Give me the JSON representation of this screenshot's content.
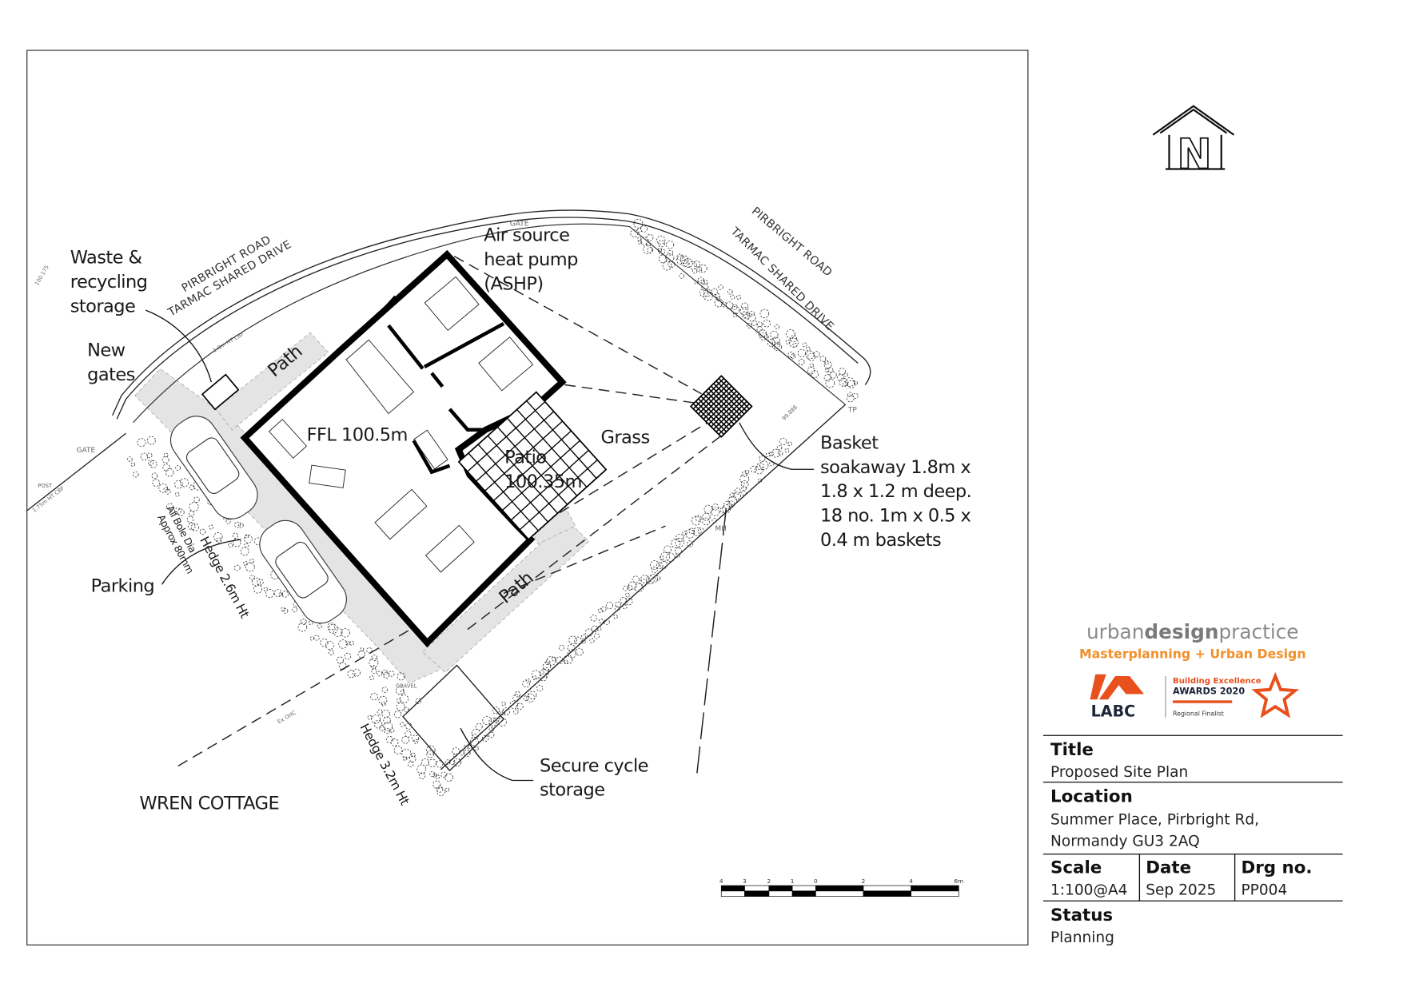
{
  "drawing": {
    "labels": {
      "waste": [
        "Waste &",
        "recycling",
        "storage"
      ],
      "gates": [
        "New",
        "gates"
      ],
      "parking": "Parking",
      "ashp": [
        "Air source",
        "heat pump",
        "(ASHP)"
      ],
      "ffl": "FFL 100.5m",
      "patio": [
        "Patio",
        "100.35m"
      ],
      "grass": "Grass",
      "basket": [
        "Basket",
        "soakaway 1.8m x",
        "1.8 x 1.2 m deep.",
        "18 no. 1m x 0.5 x",
        "0.4 m baskets"
      ],
      "cycle": [
        "Secure cycle",
        "storage"
      ],
      "wren": "WREN COTTAGE",
      "path": "Path",
      "hedge_left": "Hedge 2.6m Ht",
      "hedge_bottom": "Hedge 3.2m Ht",
      "bole": [
        "All Bole Dia",
        "Approx 80mm"
      ]
    },
    "road_labels": {
      "left": [
        "PIRBRIGHT ROAD",
        "TARMAC SHARED DRIVE"
      ],
      "right": [
        "PIRBRIGHT ROAD",
        "TARMAC SHARED DRIVE"
      ]
    },
    "survey_notes": {
      "gate_left": "GATE",
      "gate_top": "GATE",
      "post": "POST",
      "fence_left": "1.75m HT CBF",
      "fence_top": "1.8m HT CBF",
      "gravel": "GRAVEL",
      "level_left": "100.175",
      "level_right": "99.888",
      "tp": "TP",
      "mh": "MH",
      "ohc": "Ex OHC"
    },
    "north_arrow_letter": "N"
  },
  "scale_bar": {
    "ticks": [
      "4",
      "3",
      "2",
      "1",
      "0",
      "2",
      "4",
      "6m"
    ]
  },
  "branding": {
    "company": {
      "part1": "urban",
      "part2": "design",
      "part3": "practice"
    },
    "tagline": "Masterplanning + Urban Design",
    "labc": "LABC",
    "award_line1": "Building Excellence",
    "award_line2": "AWARDS 2020",
    "award_line3": "Regional Finalist",
    "colors": {
      "orange": "#f0902a",
      "labc_orange": "#e8501c",
      "navy": "#1d2636",
      "gray": "#8a8a8a"
    }
  },
  "title_block": {
    "title_label": "Title",
    "title_value": "Proposed Site Plan",
    "location_label": "Location",
    "location_line1": "Summer Place, Pirbright Rd,",
    "location_line2": "Normandy GU3 2AQ",
    "scale_label": "Scale",
    "scale_value": "1:100@A4",
    "date_label": "Date",
    "date_value": "Sep 2025",
    "drg_label": "Drg no.",
    "drg_value": "PP004",
    "status_label": "Status",
    "status_value": "Planning"
  }
}
